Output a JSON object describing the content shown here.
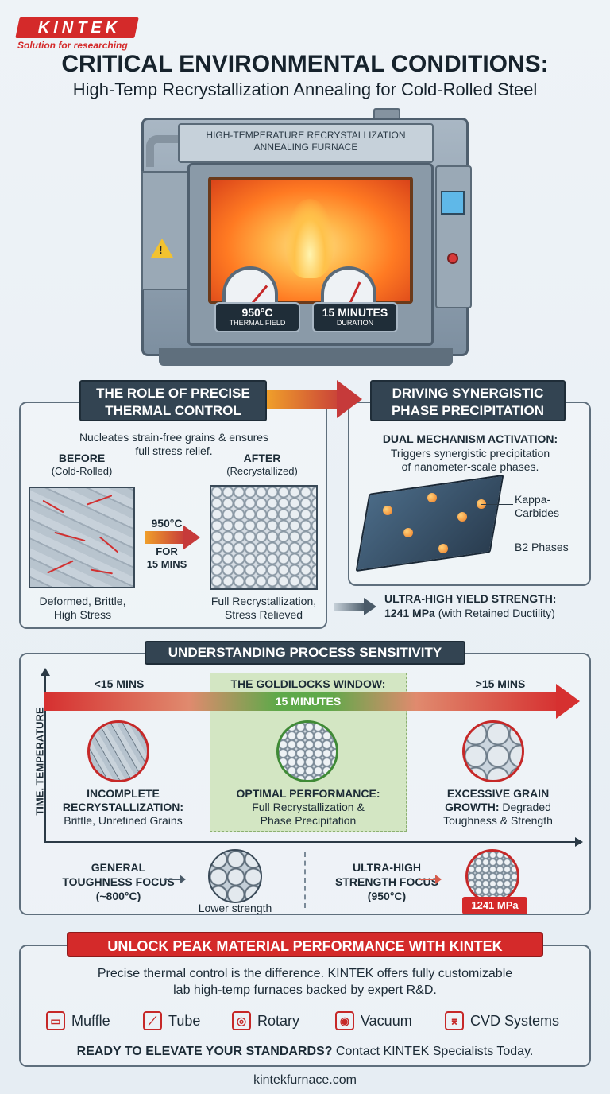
{
  "brand": {
    "logo": "KINTEK",
    "tagline": "Solution for researching",
    "primary_color": "#d42a2a"
  },
  "header": {
    "title": "CRITICAL ENVIRONMENTAL CONDITIONS:",
    "subtitle": "High-Temp Recrystallization Annealing for Cold-Rolled Steel"
  },
  "furnace": {
    "label_line1": "HIGH-TEMPERATURE RECRYSTALLIZATION",
    "label_line2": "ANNEALING FURNACE",
    "gauge1": {
      "value": "950°C",
      "caption": "THERMAL FIELD"
    },
    "gauge2": {
      "value": "15 MINUTES",
      "caption": "DURATION"
    }
  },
  "thermal": {
    "heading_line1": "THE ROLE OF PRECISE",
    "heading_line2": "THERMAL CONTROL",
    "intro_line1": "Nucleates strain-free grains & ensures",
    "intro_line2": "full stress relief.",
    "before_label": "BEFORE",
    "before_sub": "(Cold-Rolled)",
    "after_label": "AFTER",
    "after_sub": "(Recrystallized)",
    "step_temp": "950°C",
    "step_for": "FOR",
    "step_duration": "15 MINS",
    "before_cap_line1": "Deformed, Brittle,",
    "before_cap_line2": "High Stress",
    "after_cap_line1": "Full Recrystallization,",
    "after_cap_line2": "Stress Relieved"
  },
  "phase": {
    "heading_line1": "DRIVING SYNERGISTIC",
    "heading_line2": "PHASE PRECIPITATION",
    "dual_label": "DUAL MECHANISM ACTIVATION:",
    "dual_line1": "Triggers synergistic precipitation",
    "dual_line2": "of nanometer-scale phases.",
    "kappa_line1": "Kappa-",
    "kappa_line2": "Carbides",
    "b2": "B2 Phases",
    "yield_label": "ULTRA-HIGH YIELD STRENGTH:",
    "yield_value": "1241 MPa",
    "yield_note": "(with Retained Ductility)"
  },
  "sensitivity": {
    "heading": "UNDERSTANDING PROCESS SENSITIVITY",
    "y_axis": "TIME, TEMPERATURE",
    "lt": "<15 MINS",
    "gt": ">15 MINS",
    "goldilocks_title": "THE GOLDILOCKS WINDOW:",
    "goldilocks_value": "15 MINUTES",
    "s1_bold_line1": "INCOMPLETE",
    "s1_bold_line2": "RECRYSTALLIZATION:",
    "s1_text": "Brittle, Unrefined Grains",
    "s2_bold": "OPTIMAL PERFORMANCE:",
    "s2_line1": "Full Recrystallization &",
    "s2_line2": "Phase Precipitation",
    "s3_bold_line1": "EXCESSIVE GRAIN",
    "s3_bold_line2": "GROWTH:",
    "s3_text_a": "Degraded",
    "s3_text_b": "Toughness & Strength",
    "gen_line1": "GENERAL",
    "gen_line2": "TOUGHNESS FOCUS",
    "gen_line3": "(~800°C)",
    "gen_note": "Lower strength",
    "ultra_line1": "ULTRA-HIGH",
    "ultra_line2": "STRENGTH FOCUS",
    "ultra_line3": "(950°C)",
    "ultra_tag": "1241 MPa"
  },
  "cta": {
    "heading": "UNLOCK PEAK MATERIAL PERFORMANCE WITH KINTEK",
    "text_line1": "Precise thermal control is the difference. KINTEK offers fully customizable",
    "text_line2": "lab high-temp furnaces backed by expert R&D.",
    "products": [
      {
        "label": "Muffle",
        "icon": "muffle-furnace-icon"
      },
      {
        "label": "Tube",
        "icon": "tube-furnace-icon"
      },
      {
        "label": "Rotary",
        "icon": "rotary-furnace-icon"
      },
      {
        "label": "Vacuum",
        "icon": "vacuum-furnace-icon"
      },
      {
        "label": "CVD Systems",
        "icon": "cvd-system-icon"
      }
    ],
    "ready_bold": "READY TO ELEVATE YOUR STANDARDS?",
    "ready_text": "Contact KINTEK Specialists Today.",
    "website": "kintekfurnace.com"
  }
}
